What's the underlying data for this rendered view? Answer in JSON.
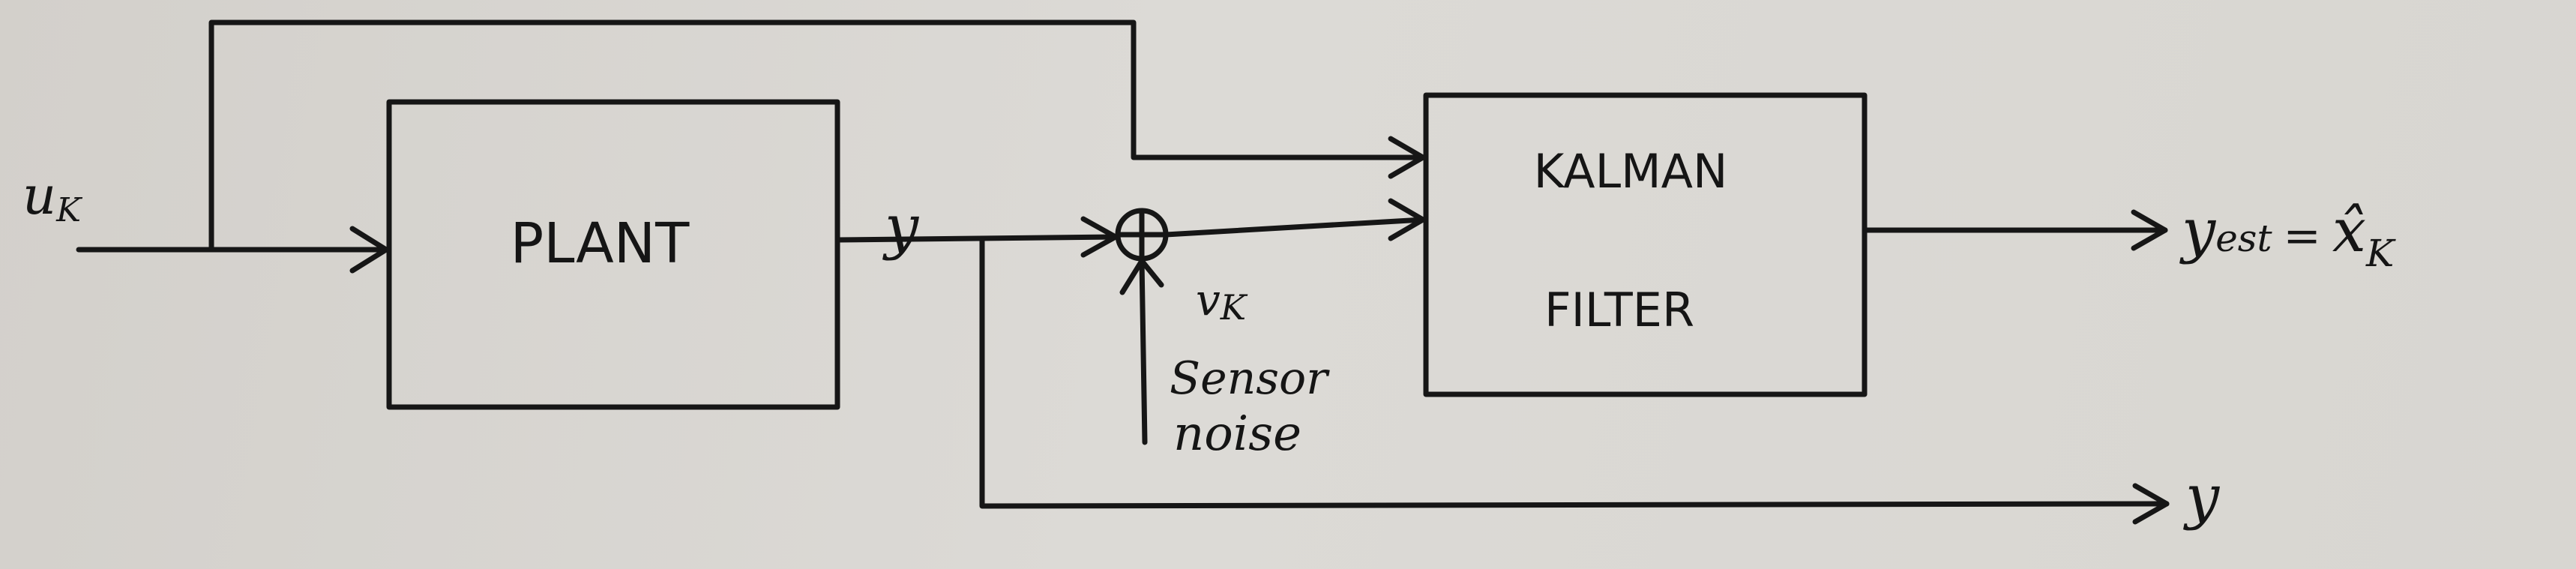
{
  "input_label": "u",
  "input_label_sub": "K",
  "plant_label": "PLANT",
  "plant_output_label": "y",
  "kalman_label_line1": "KALMAN",
  "kalman_label_line2": "FILTER",
  "noise_label": "v",
  "noise_label_sub": "K",
  "noise_caption_line1": "Sensor",
  "noise_caption_line2": "noise",
  "output_label": "y",
  "output_label_sub": "est",
  "output_equals": "=",
  "output_estimate": "x̂",
  "output_estimate_sub": "K",
  "bypass_output_label": "y"
}
